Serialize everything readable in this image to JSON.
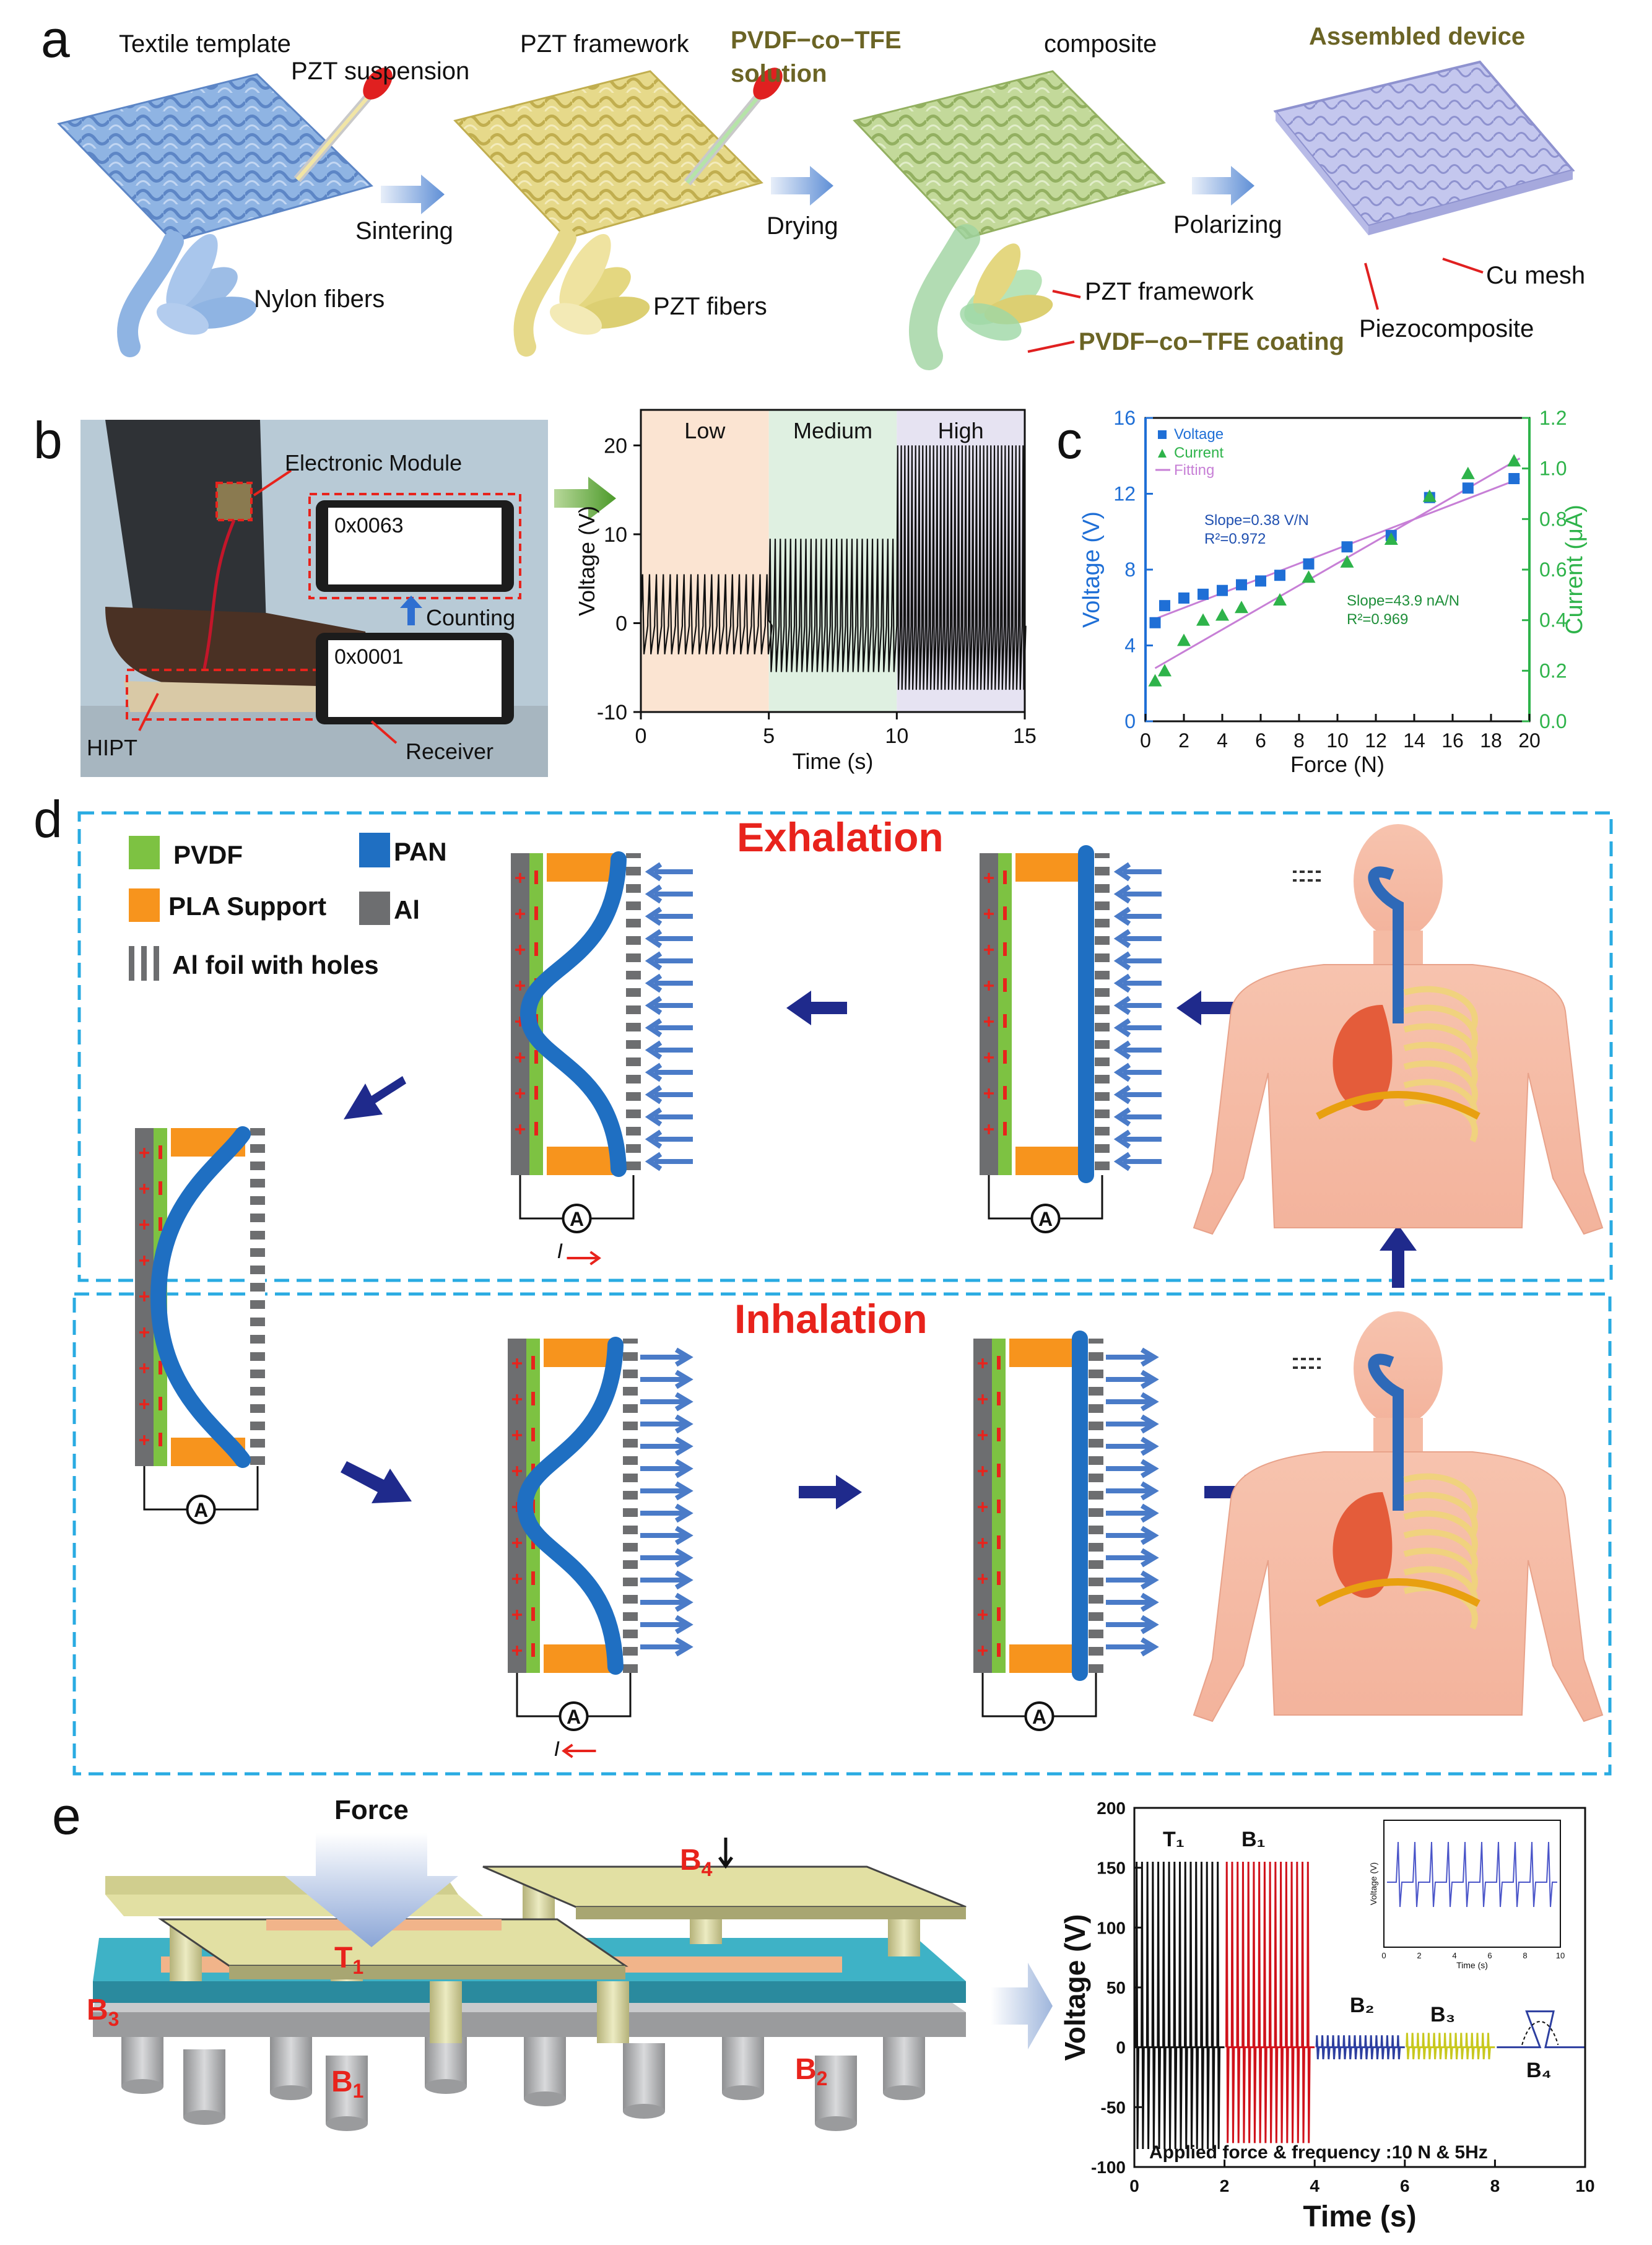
{
  "panel_a": {
    "label": "a",
    "textile_template": "Textile template",
    "pzt_suspension": "PZT suspension",
    "nylon_fibers": "Nylon fibers",
    "sintering": "Sintering",
    "pzt_framework_title": "PZT framework",
    "pvdf_solution_line1": "PVDF−co−TFE",
    "pvdf_solution_line2": "solution",
    "pzt_fibers": "PZT fibers",
    "drying": "Drying",
    "composite": "composite",
    "pzt_framework_label": "PZT framework",
    "pvdf_coating": "PVDF−co−TFE coating",
    "polarizing": "Polarizing",
    "assembled_device": "Assembled device",
    "cu_mesh": "Cu mesh",
    "piezocomposite": "Piezocomposite",
    "colors": {
      "template": "#8fb4e3",
      "framework": "#e6d98a",
      "composite": "#c3d99a",
      "device": "#b5b8e6"
    }
  },
  "panel_b": {
    "label": "b",
    "electronic_module": "Electronic Module",
    "screen_top": "0x0063",
    "counting": "Counting",
    "screen_bottom": "0x0001",
    "hipt": "HIPT",
    "receiver": "Receiver"
  },
  "panel_d": {
    "label": "d",
    "legend": {
      "pvdf": "PVDF",
      "pan": "PAN",
      "pla": "PLA Support",
      "al": "Al",
      "al_holes": "Al foil with holes"
    },
    "exhalation": "Exhalation",
    "inhalation": "Inhalation",
    "ammeter": "A",
    "current_symbol": "I",
    "colors": {
      "pvdf": "#7dc242",
      "pan": "#1f6fc2",
      "pla": "#f7941d",
      "al": "#6d6e70",
      "title": "#e8231c",
      "frame": "#29abe2"
    }
  },
  "panel_e": {
    "label": "e",
    "force": "Force",
    "B4": "B",
    "B4_sub": "4",
    "T1": "T",
    "T1_sub": "1",
    "B3": "B",
    "B3_sub": "3",
    "B1": "B",
    "B1_sub": "1",
    "B2": "B",
    "B2_sub": "2"
  },
  "chart_data": [
    {
      "id": "b",
      "type": "line",
      "xlabel": "Time (s)",
      "ylabel": "Voltage (V)",
      "xlim": [
        0,
        15
      ],
      "ylim": [
        -10,
        24
      ],
      "xticks": [
        0,
        5,
        10,
        15
      ],
      "yticks": [
        -10,
        0,
        10,
        20
      ],
      "regions": [
        {
          "name": "Low",
          "x": [
            0,
            5
          ],
          "color": "#fbe4d2"
        },
        {
          "name": "Medium",
          "x": [
            5,
            10
          ],
          "color": "#dff0e1"
        },
        {
          "name": "High",
          "x": [
            10,
            15
          ],
          "color": "#e6e3f2"
        }
      ],
      "series": [
        {
          "segments": [
            {
              "x": [
                0,
                5
              ],
              "period": 0.27,
              "peak": 5.5,
              "trough": -3.5
            },
            {
              "x": [
                5,
                10
              ],
              "period": 0.2,
              "peak": 9.5,
              "trough": -5.5
            },
            {
              "x": [
                10,
                15
              ],
              "period": 0.14,
              "peak": 20,
              "trough": -7.5
            }
          ]
        }
      ]
    },
    {
      "id": "c",
      "type": "scatter",
      "xlabel": "Force (N)",
      "ylabel": "Voltage (V)",
      "y2label": "Current (μA)",
      "xlim": [
        0,
        20
      ],
      "ylim": [
        0,
        16
      ],
      "y2lim": [
        0,
        1.2
      ],
      "xticks": [
        0,
        2,
        4,
        6,
        8,
        10,
        12,
        14,
        16,
        18,
        20
      ],
      "yticks": [
        0,
        4,
        8,
        12,
        16
      ],
      "y2ticks": [
        0.0,
        0.2,
        0.4,
        0.6,
        0.8,
        1.0,
        1.2
      ],
      "legend": [
        "Voltage",
        "Current",
        "Fitting"
      ],
      "series": [
        {
          "name": "Voltage",
          "axis": "left",
          "color": "#1f6fd6",
          "marker": "square",
          "x": [
            0.5,
            1,
            2,
            3,
            4,
            5,
            6,
            7,
            8.5,
            10.5,
            12.8,
            14.8,
            16.8,
            19.2
          ],
          "y": [
            5.2,
            6.1,
            6.5,
            6.7,
            6.9,
            7.2,
            7.4,
            7.7,
            8.3,
            9.2,
            9.8,
            11.8,
            12.3,
            12.8
          ]
        },
        {
          "name": "Current",
          "axis": "right",
          "color": "#2eb34a",
          "marker": "triangle",
          "x": [
            0.5,
            1,
            2,
            3,
            4,
            5,
            7,
            8.5,
            10.5,
            12.8,
            14.8,
            16.8,
            19.2
          ],
          "y": [
            0.16,
            0.2,
            0.32,
            0.4,
            0.42,
            0.45,
            0.48,
            0.57,
            0.63,
            0.72,
            0.89,
            0.98,
            1.03
          ]
        },
        {
          "name": "Fitting",
          "color": "#c77fd6",
          "lines": [
            {
              "axis": "left",
              "x": [
                0.5,
                19.5
              ],
              "y": [
                5.4,
                12.8
              ]
            },
            {
              "axis": "right",
              "x": [
                0.5,
                19.5
              ],
              "y": [
                0.21,
                1.04
              ]
            }
          ]
        }
      ],
      "annotations": [
        "Slope=0.38 V/N",
        "R²=0.972",
        "Slope=43.9 nA/N",
        "R²=0.969"
      ]
    },
    {
      "id": "e",
      "type": "line",
      "xlabel": "Time (s)",
      "ylabel": "Voltage (V)",
      "xlim": [
        0,
        10
      ],
      "ylim": [
        -100,
        200
      ],
      "xticks": [
        0,
        2,
        4,
        6,
        8,
        10
      ],
      "yticks": [
        -100,
        -50,
        0,
        50,
        100,
        150,
        200
      ],
      "annotation": "Applied force & frequency :10 N & 5Hz",
      "series": [
        {
          "name": "T₁",
          "x": [
            0,
            2
          ],
          "peak": 155,
          "trough": -85,
          "color": "#111111"
        },
        {
          "name": "B₁",
          "x": [
            2,
            4
          ],
          "peak": 155,
          "trough": -80,
          "color": "#d0121b"
        },
        {
          "name": "B₂",
          "x": [
            4,
            6
          ],
          "peak": 10,
          "trough": -10,
          "color": "#2d3fa0"
        },
        {
          "name": "B₃",
          "x": [
            6,
            8
          ],
          "peak": 12,
          "trough": -10,
          "color": "#c8c81e"
        },
        {
          "name": "B₄",
          "x": [
            8,
            10
          ],
          "peak": 30,
          "trough": 0,
          "color": "#2d3fa0"
        }
      ],
      "inset": {
        "xlabel": "Time (s)",
        "ylabel": "Voltage (V)",
        "xticks": [
          0,
          2,
          4,
          6,
          8,
          10
        ],
        "color": "#4a55c9"
      }
    }
  ]
}
